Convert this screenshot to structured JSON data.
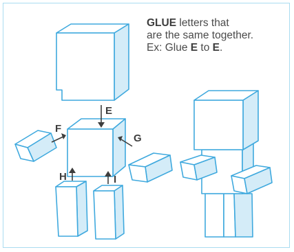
{
  "instructions": {
    "bold1": "GLUE",
    "line1_rest": " letters that",
    "line2": "are the same together.",
    "line3_pre": "Ex: Glue ",
    "bold2": "E",
    "line3_mid": " to ",
    "bold3": "E",
    "line3_end": "."
  },
  "labels": {
    "e": "E",
    "f": "F",
    "g": "G",
    "h": "H",
    "i": "I"
  },
  "colors": {
    "outline": "#3fa9de",
    "fill": "#ffffff",
    "shade": "#d4ecf8",
    "frame": "#a9dcf1",
    "text": "#3d3d3d"
  }
}
